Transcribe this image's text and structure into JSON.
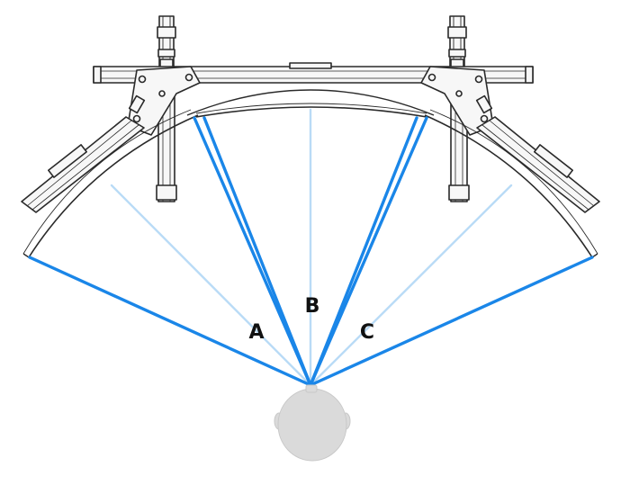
{
  "diagram": {
    "labels": {
      "a": "A",
      "b": "B",
      "c": "C"
    },
    "colors": {
      "sightline_primary": "#1a86e8",
      "sightline_secondary": "#b9dbf6",
      "head_fill": "#dadada",
      "head_stroke": "#c8c8c8",
      "frame_stroke": "#2a2a2a",
      "frame_fill": "#f7f7f7",
      "background": "#ffffff"
    },
    "icons": {
      "viewer": "head-icon"
    }
  }
}
